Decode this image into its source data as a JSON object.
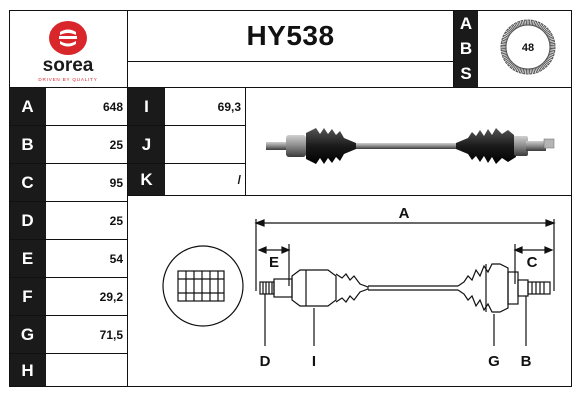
{
  "brand": {
    "name": "sorea",
    "tagline": "DRIVEN BY QUALITY",
    "logo_color": "#d9262b"
  },
  "header": {
    "part_number": "HY538",
    "abs_letters": [
      "A",
      "B",
      "S"
    ],
    "abs_teeth": "48"
  },
  "specs_left": [
    {
      "letter": "A",
      "value": "648"
    },
    {
      "letter": "B",
      "value": "25"
    },
    {
      "letter": "C",
      "value": "95"
    },
    {
      "letter": "D",
      "value": "25"
    },
    {
      "letter": "E",
      "value": "54"
    },
    {
      "letter": "F",
      "value": "29,2"
    },
    {
      "letter": "G",
      "value": "71,5"
    },
    {
      "letter": "H",
      "value": ""
    }
  ],
  "specs_right": [
    {
      "letter": "I",
      "value": "69,3"
    },
    {
      "letter": "J",
      "value": ""
    },
    {
      "letter": "K",
      "value": "/"
    }
  ],
  "diagram": {
    "dim_A": "A",
    "dim_E": "E",
    "dim_C": "C",
    "callout_D": "D",
    "callout_I": "I",
    "callout_G": "G",
    "callout_B": "B"
  }
}
